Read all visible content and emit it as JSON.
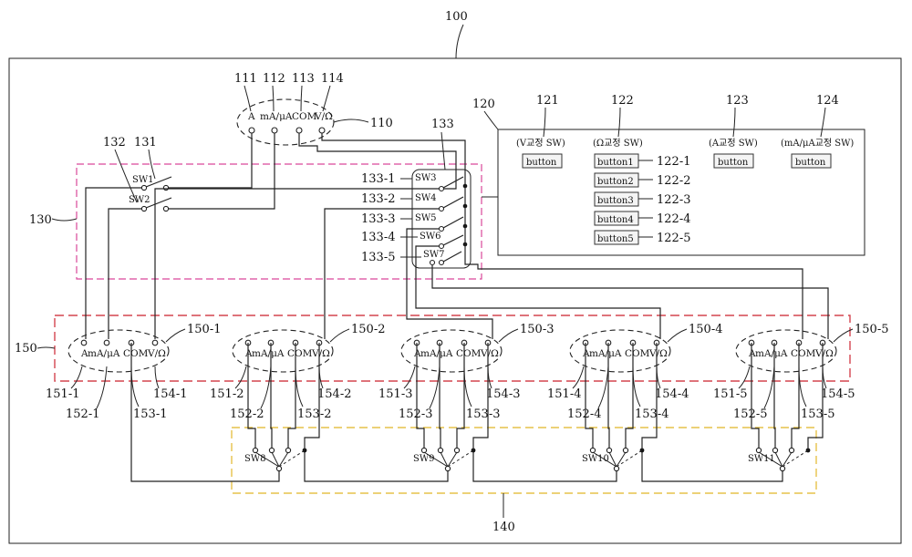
{
  "labels": {
    "device": "100",
    "meter": "110",
    "meter_a": "111",
    "meter_ma": "112",
    "meter_com": "113",
    "meter_v": "114",
    "control": "120",
    "ctl_v": "121",
    "ctl_ohm": "122",
    "ctl_a": "123",
    "ctl_ma": "124",
    "sel_group": "130",
    "sw1_num": "131",
    "sw2_num": "132",
    "sw_group_num": "133",
    "s133_1": "133-1",
    "s133_2": "133-2",
    "s133_3": "133-3",
    "s133_4": "133-4",
    "s133_5": "133-5",
    "relay_box": "140",
    "meters_group": "150",
    "m150_1": "150-1",
    "m150_2": "150-2",
    "m150_3": "150-3",
    "m150_4": "150-4",
    "m150_5": "150-5",
    "b122_1": "122-1",
    "b122_2": "122-2",
    "b122_3": "122-3",
    "b122_4": "122-4",
    "b122_5": "122-5"
  },
  "terminals": {
    "a": "A",
    "ma": "mA/μA",
    "com": "COM",
    "v": "V/Ω"
  },
  "switches": {
    "sw1": "SW1",
    "sw2": "SW2",
    "sw3": "SW3",
    "sw4": "SW4",
    "sw5": "SW5",
    "sw6": "SW6",
    "sw7": "SW7",
    "sw8": "SW8",
    "sw9": "SW9",
    "sw10": "SW10",
    "sw11": "SW11"
  },
  "control_panel": {
    "v_title": "(V교정 SW)",
    "ohm_title": "(Ω교정 SW)",
    "a_title": "(A교정 SW)",
    "ma_title": "(mA/μA교정 SW)",
    "v_button": "button",
    "a_button": "button",
    "ma_button": "button",
    "ohm_buttons": [
      "button1",
      "button2",
      "button3",
      "button4",
      "button5"
    ]
  },
  "meters": [
    {
      "id": "150-1",
      "a": "151-1",
      "ma": "152-1",
      "com": "153-1",
      "v": "154-1"
    },
    {
      "id": "150-2",
      "a": "151-2",
      "ma": "152-2",
      "com": "153-2",
      "v": "154-2"
    },
    {
      "id": "150-3",
      "a": "151-3",
      "ma": "152-3",
      "com": "153-3",
      "v": "154-3"
    },
    {
      "id": "150-4",
      "a": "151-4",
      "ma": "152-4",
      "com": "153-4",
      "v": "154-4"
    },
    {
      "id": "150-5",
      "a": "151-5",
      "ma": "152-5",
      "com": "153-5",
      "v": "154-5"
    }
  ],
  "colors": {
    "switch_box": "#d9489a",
    "meter_box": "#d4454f",
    "relay_box": "#e6c24a"
  }
}
